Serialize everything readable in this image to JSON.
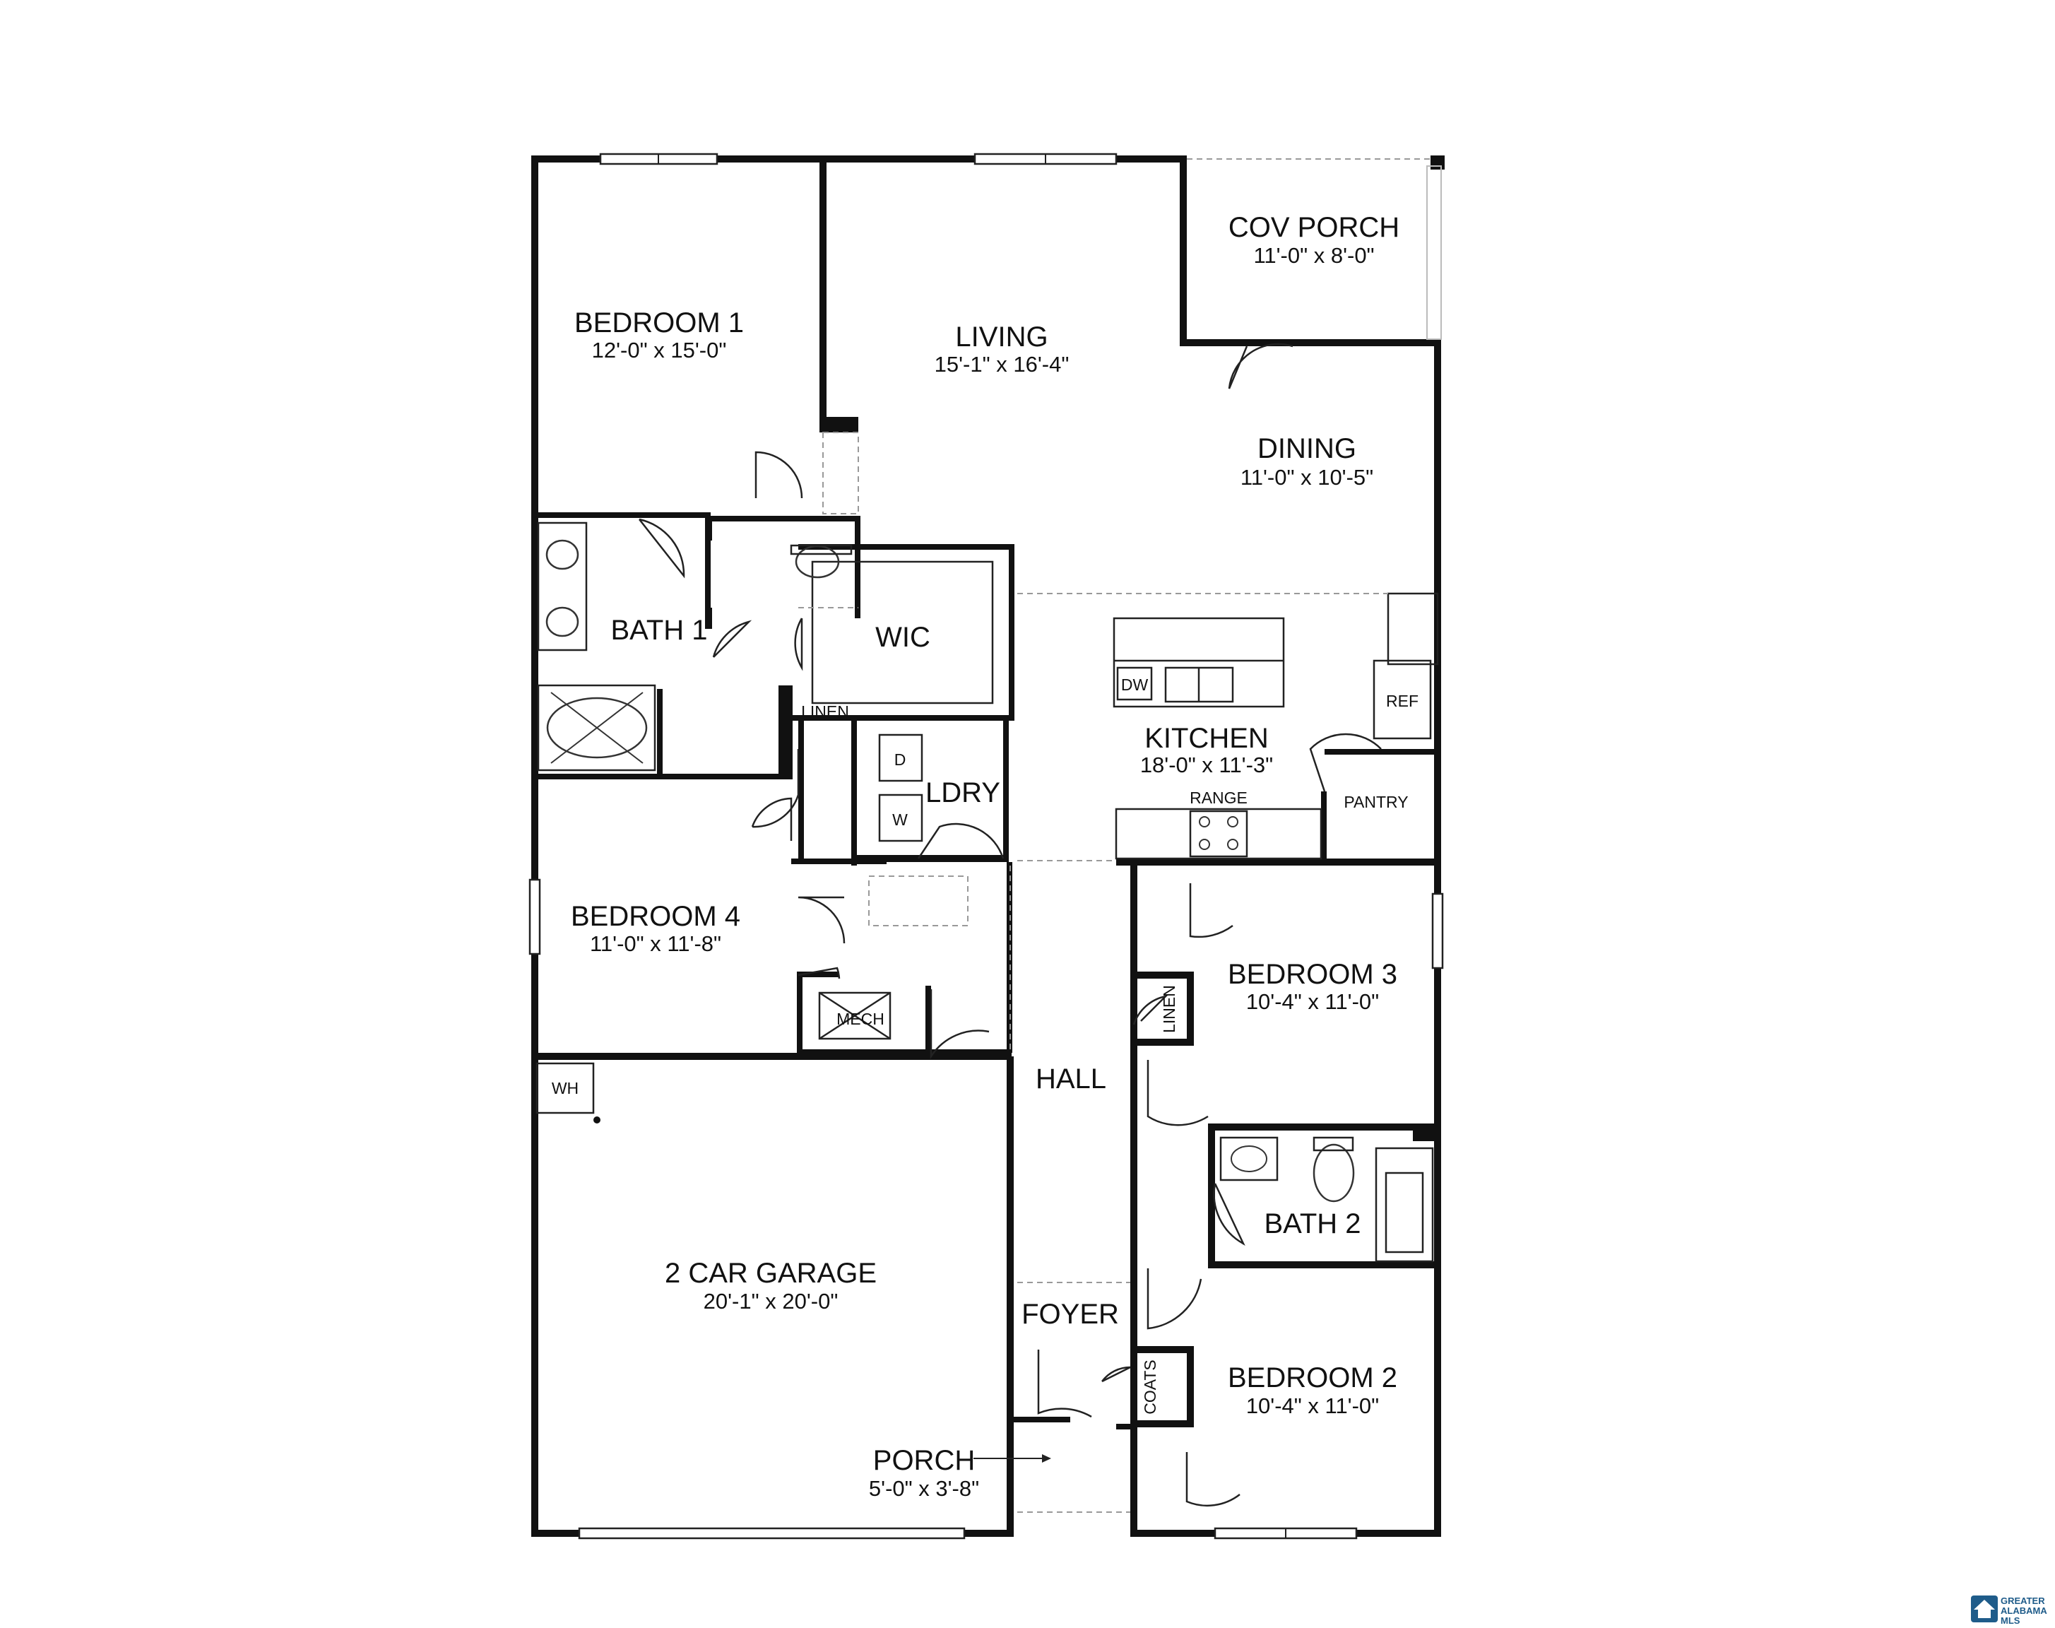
{
  "rooms": {
    "bedroom1": {
      "name": "BEDROOM 1",
      "dims": "12'-0\" x 15'-0\""
    },
    "living": {
      "name": "LIVING",
      "dims": "15'-1\" x 16'-4\""
    },
    "cov_porch": {
      "name": "COV PORCH",
      "dims": "11'-0\" x 8'-0\""
    },
    "dining": {
      "name": "DINING",
      "dims": "11'-0\" x 10'-5\""
    },
    "bath1": {
      "name": "BATH 1"
    },
    "wic": {
      "name": "WIC"
    },
    "kitchen": {
      "name": "KITCHEN",
      "dims": "18'-0\" x 11'-3\""
    },
    "ldry": {
      "name": "LDRY"
    },
    "bedroom4": {
      "name": "BEDROOM 4",
      "dims": "11'-0\" x 11'-8\""
    },
    "bedroom3": {
      "name": "BEDROOM 3",
      "dims": "10'-4\" x 11'-0\""
    },
    "hall": {
      "name": "HALL"
    },
    "bath2": {
      "name": "BATH 2"
    },
    "garage": {
      "name": "2 CAR GARAGE",
      "dims": "20'-1\" x 20'-0\""
    },
    "foyer": {
      "name": "FOYER"
    },
    "bedroom2": {
      "name": "BEDROOM 2",
      "dims": "10'-4\" x 11'-0\""
    },
    "porch": {
      "name": "PORCH",
      "dims": "5'-0\" x 3'-8\""
    }
  },
  "fixtures": {
    "dw": "DW",
    "ref": "REF",
    "range": "RANGE",
    "pantry": "PANTRY",
    "linen_bath1": "LINEN",
    "dryer": "D",
    "washer": "W",
    "mech": "MECH",
    "linen_hall": "LINEN",
    "coats": "COATS",
    "wh": "WH"
  },
  "logo": {
    "line1": "GREATER",
    "line2": "ALABAMA",
    "line3": "MLS",
    "color": "#1f5c8a"
  },
  "colors": {
    "wall": "#111111",
    "background": "#ffffff"
  }
}
